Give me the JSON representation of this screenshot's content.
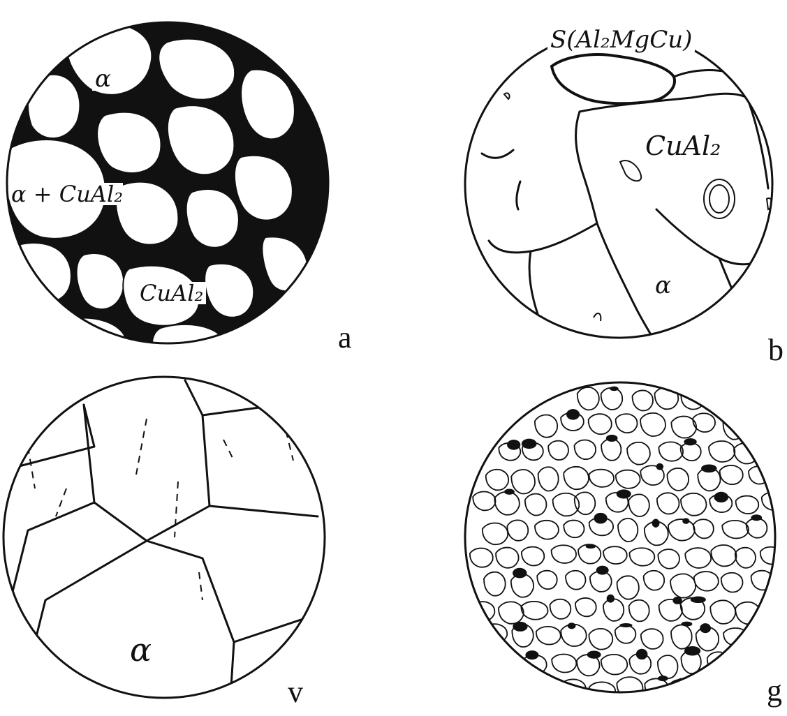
{
  "panels": [
    {
      "id": "a",
      "letter": "a",
      "labels": [
        "α",
        "α + CuAl₂",
        "CuAl₂"
      ]
    },
    {
      "id": "b",
      "letter": "b",
      "labels": [
        "S(Al₂MgCu)",
        "CuAl₂",
        "α"
      ]
    },
    {
      "id": "v",
      "letter": "v",
      "labels": [
        "α"
      ]
    },
    {
      "id": "g",
      "letter": "g",
      "labels": []
    }
  ],
  "colors": {
    "ink": "#111111",
    "paper": "#ffffff"
  }
}
